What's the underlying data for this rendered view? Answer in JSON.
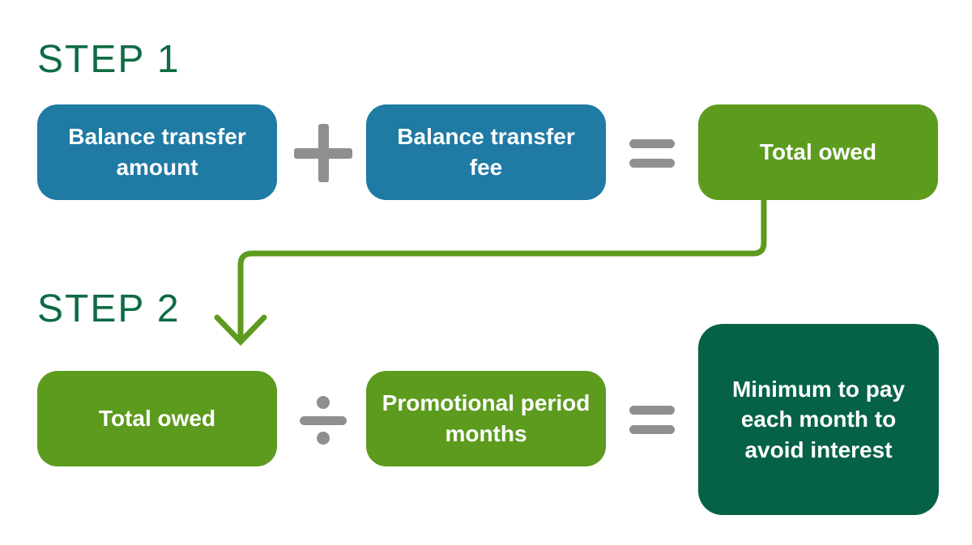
{
  "background": "#ffffff",
  "colors": {
    "operand_box_blue": "#1f7aa4",
    "result_box_green": "#5c9b1e",
    "result_box_dark_green": "#066247",
    "step_heading_text": "#0e6b44",
    "operator_gray": "#8f8f8f",
    "arrow_green": "#5c9b1e",
    "box_text": "#ffffff"
  },
  "step1": {
    "label": "STEP 1",
    "operand1": "Balance transfer amount",
    "operator_icon": "plus-icon",
    "operand2": "Balance transfer fee",
    "equals_icon": "equals-icon",
    "result": "Total owed"
  },
  "step2": {
    "label": "STEP 2",
    "operand1": "Total owed",
    "operator_icon": "divide-icon",
    "operand2": "Promotional period months",
    "equals_icon": "equals-icon",
    "result": "Minimum to pay each month to avoid interest"
  },
  "arrow": {
    "from": "Total owed (step 1 result)",
    "to": "Total owed (step 2 operand)"
  }
}
